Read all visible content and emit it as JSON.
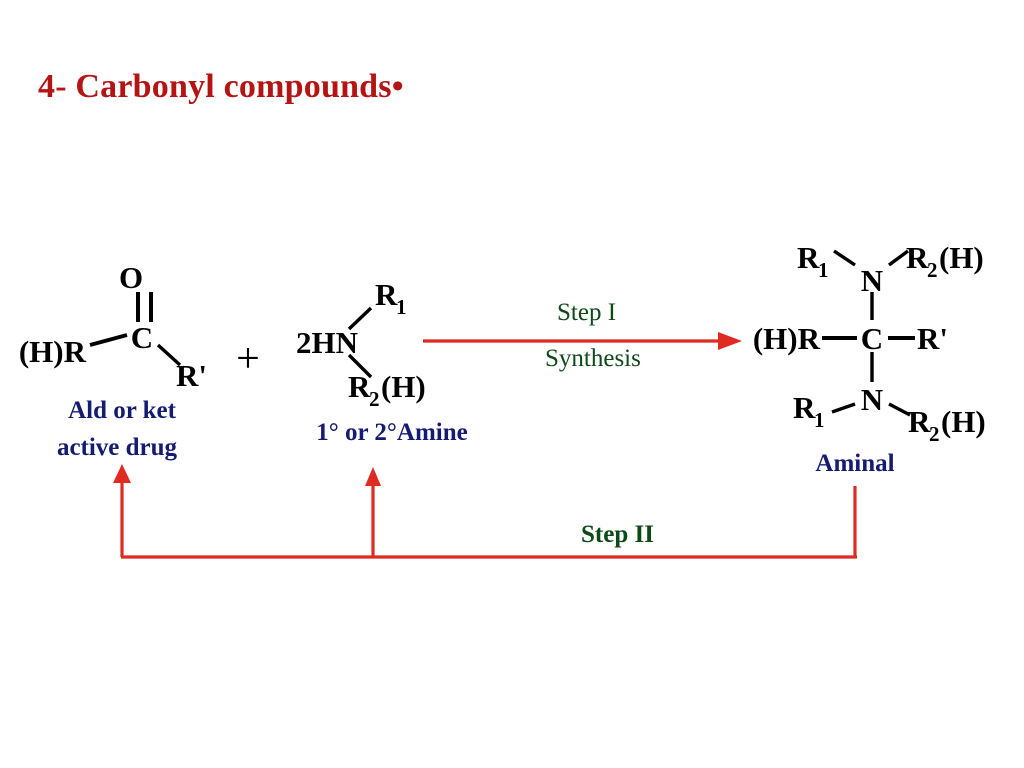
{
  "slide": {
    "title": "4- Carbonyl compounds•",
    "title_color": "#b51414",
    "background": "#ffffff"
  },
  "colors": {
    "title_red": "#b51414",
    "arrow_red": "#e02b22",
    "caption_navy": "#161b72",
    "step_green": "#0d4a17",
    "atom_black": "#000000"
  },
  "reactants": {
    "carbonyl": {
      "atoms": {
        "oxygen": "O",
        "carbon": "C",
        "left_group": "(H)R",
        "right_group": "R'"
      },
      "bond_type": "double",
      "caption_line1": "Ald or ket",
      "caption_line2": "active drug"
    },
    "plus": "+",
    "amine": {
      "atoms": {
        "nitrogen_group": "2HN",
        "upper_group": "R",
        "upper_sub": "1",
        "lower_group": "R",
        "lower_sub": "2",
        "lower_tail": "(H)"
      },
      "caption": "1° or 2°Amine"
    }
  },
  "step_one": {
    "label_top": "Step I",
    "label_bottom": "Synthesis",
    "direction": "right"
  },
  "product": {
    "aminal": {
      "atoms": {
        "center_carbon": "C",
        "left_group": "(H)R",
        "right_group": "R'",
        "top_nitrogen": "N",
        "bottom_nitrogen": "N",
        "r1": "R",
        "r1_sub": "1",
        "r2": "R",
        "r2_sub": "2",
        "r2_tail": "(H)"
      },
      "caption": "Aminal"
    }
  },
  "step_two": {
    "label": "Step II",
    "direction": "feedback-left-up",
    "targets": [
      "carbonyl",
      "amine"
    ]
  }
}
